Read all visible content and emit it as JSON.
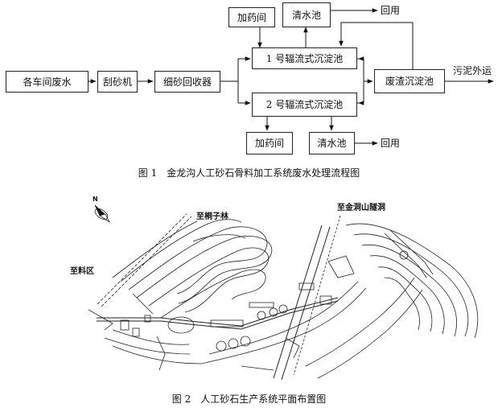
{
  "figure1": {
    "caption": "图 1　金龙沟人工砂石骨料加工系统废水处理流程图",
    "nodes": {
      "workshop_wastewater": "各车间废水",
      "sand_scraper": "刮砂机",
      "fine_sand_recovery": "细砂回收器",
      "dosing_room_top": "加药间",
      "clear_pool_top": "清水池",
      "clarifier_1": "1 号辐流式沉淀池",
      "clarifier_2": "2 号辐流式沉淀池",
      "dosing_room_bottom": "加药间",
      "clear_pool_bottom": "清水池",
      "sludge_tank": "废渣沉淀池"
    },
    "edge_labels": {
      "reuse_top": "回用",
      "reuse_bottom": "回用",
      "sludge_out": "污泥外运"
    }
  },
  "figure2": {
    "caption": "图 2　人工砂石生产系统平面布置图",
    "labels": {
      "north": "N",
      "to_tongzilin": "至桐子林",
      "to_jintongshan": "至金洞山隧洞",
      "to_material_area": "至料区"
    }
  }
}
